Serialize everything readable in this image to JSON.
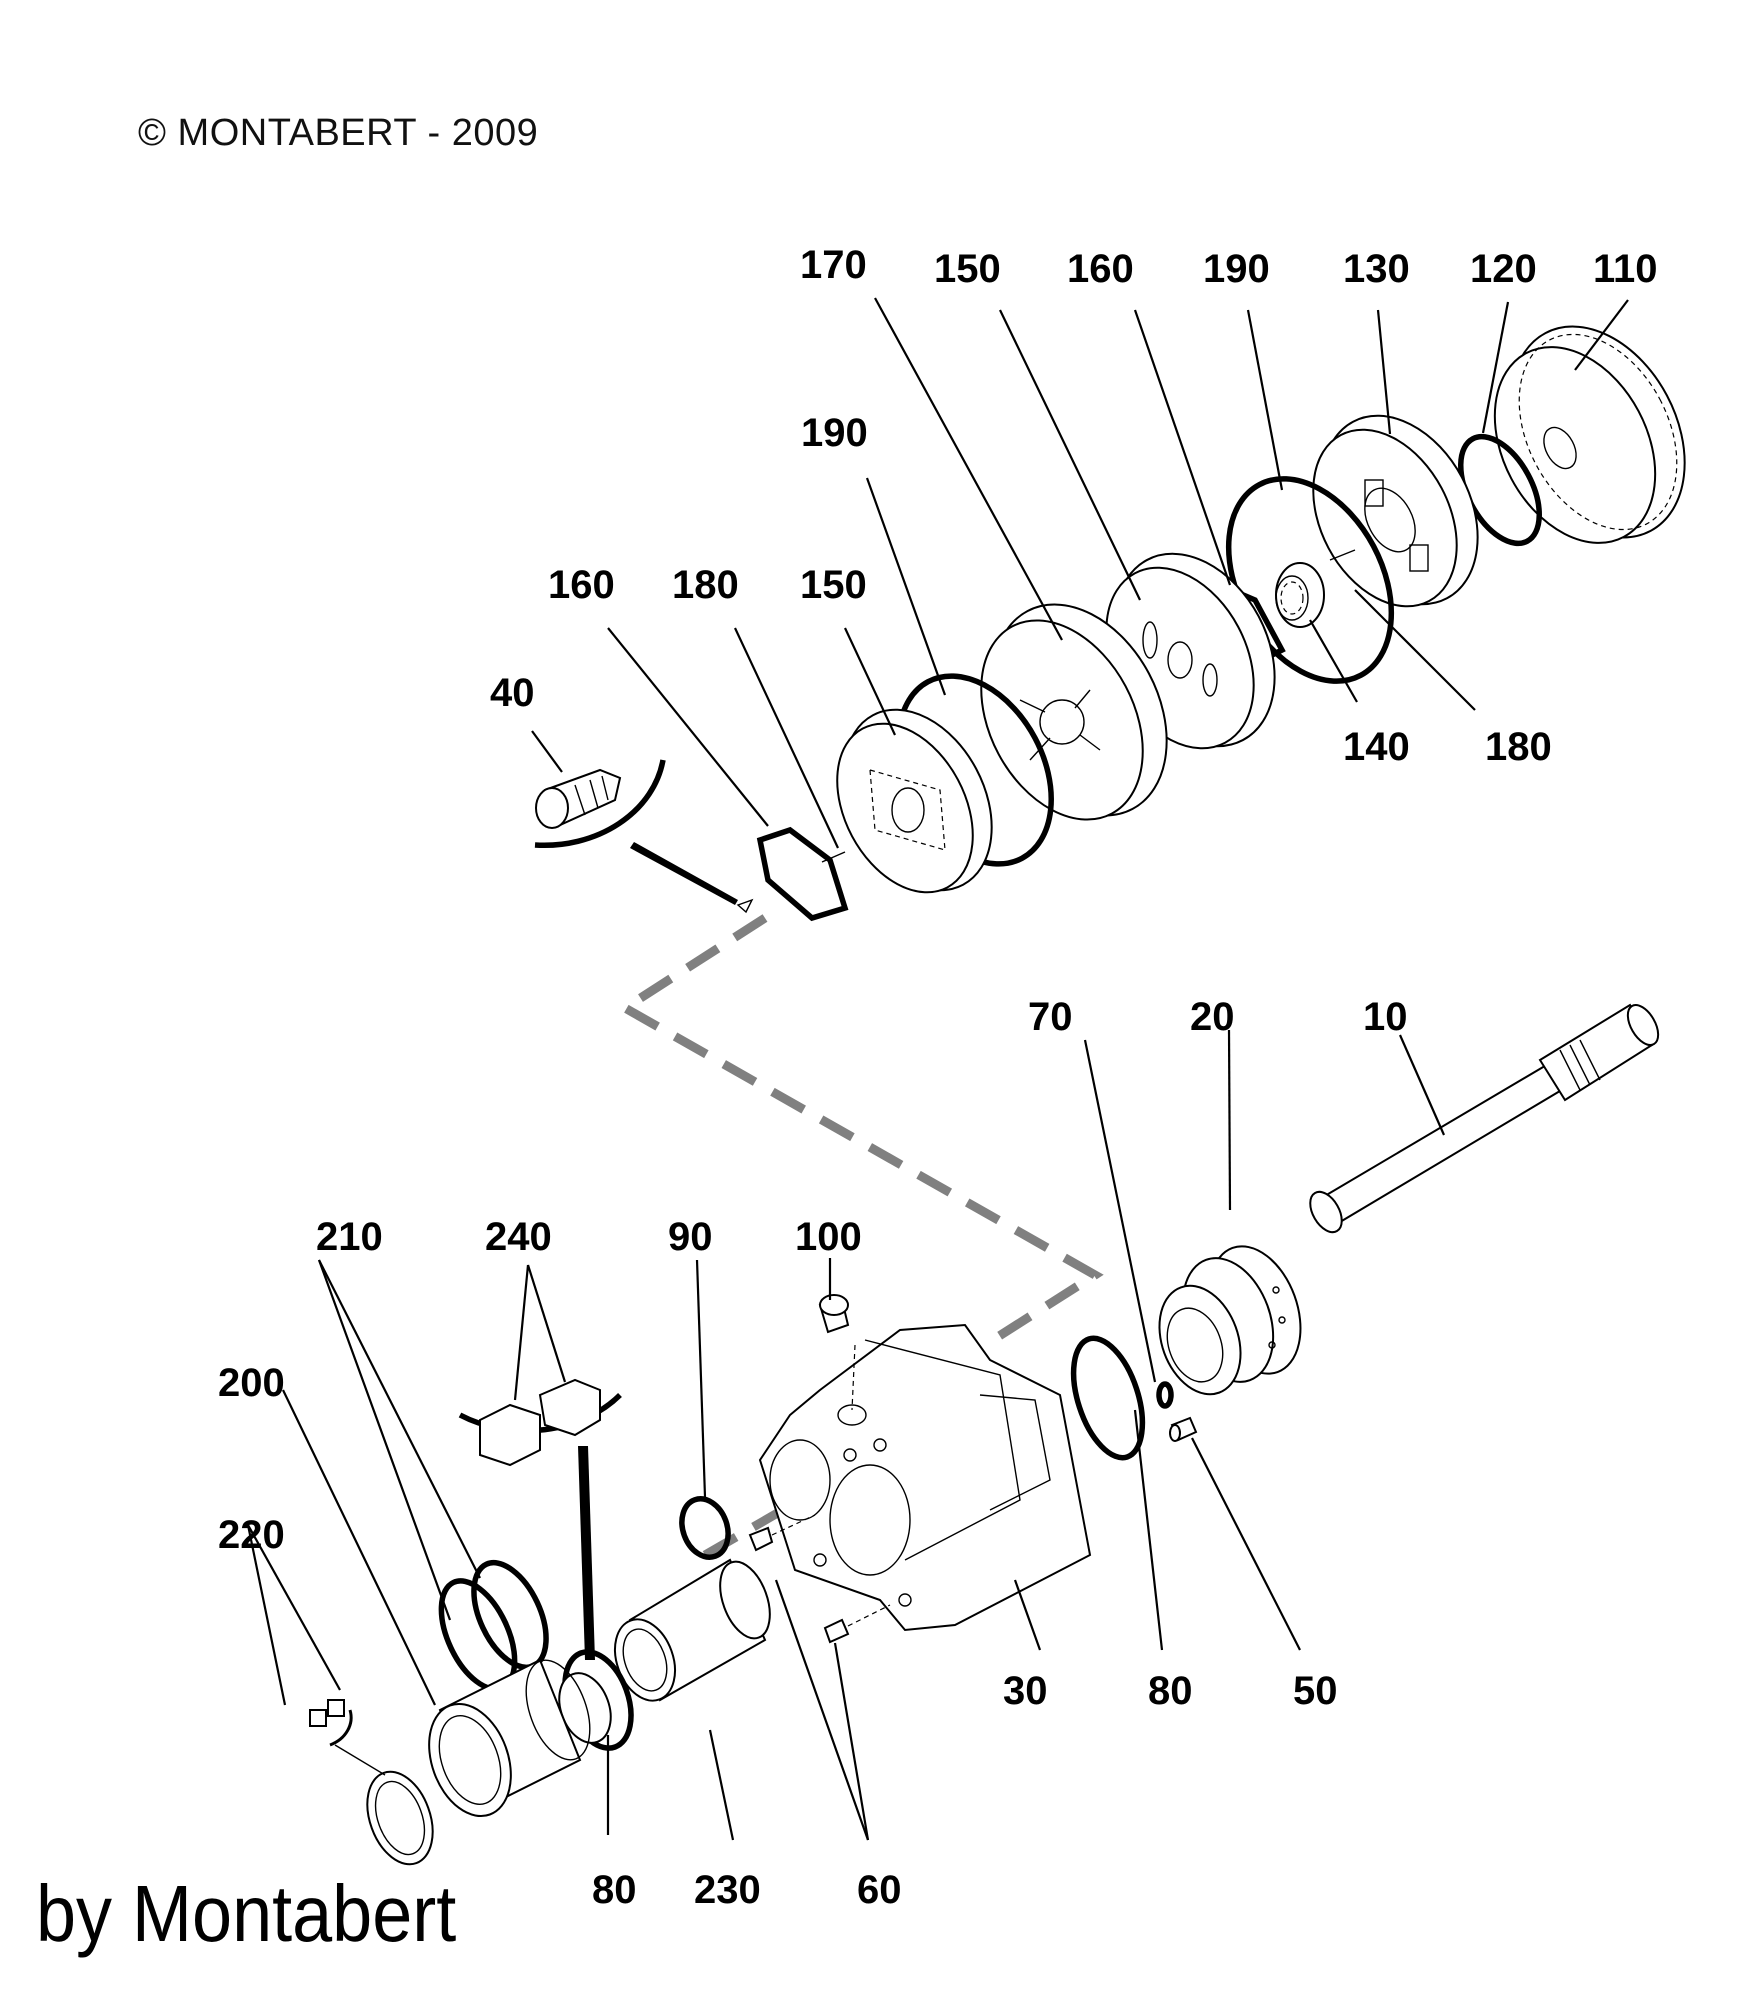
{
  "header": {
    "copyright": "© MONTABERT - 2009"
  },
  "footer": {
    "byline": "by Montabert"
  },
  "callouts": {
    "top_row": [
      "170",
      "150",
      "160",
      "190",
      "130",
      "120",
      "110"
    ],
    "upper_mid": [
      "190"
    ],
    "upper_left": [
      "160",
      "180",
      "150"
    ],
    "nozzle": "40",
    "upper_bottom": [
      "140",
      "180"
    ],
    "mid_right": [
      "70",
      "20",
      "10"
    ],
    "lower_top": [
      "210",
      "240",
      "90",
      "100"
    ],
    "left_side": [
      "200",
      "220"
    ],
    "housing_bottom": [
      "30",
      "80",
      "50"
    ],
    "bottom_row": [
      "80",
      "230",
      "60"
    ]
  },
  "colors": {
    "line": "#000000",
    "connector": "#808080",
    "background": "#ffffff"
  }
}
